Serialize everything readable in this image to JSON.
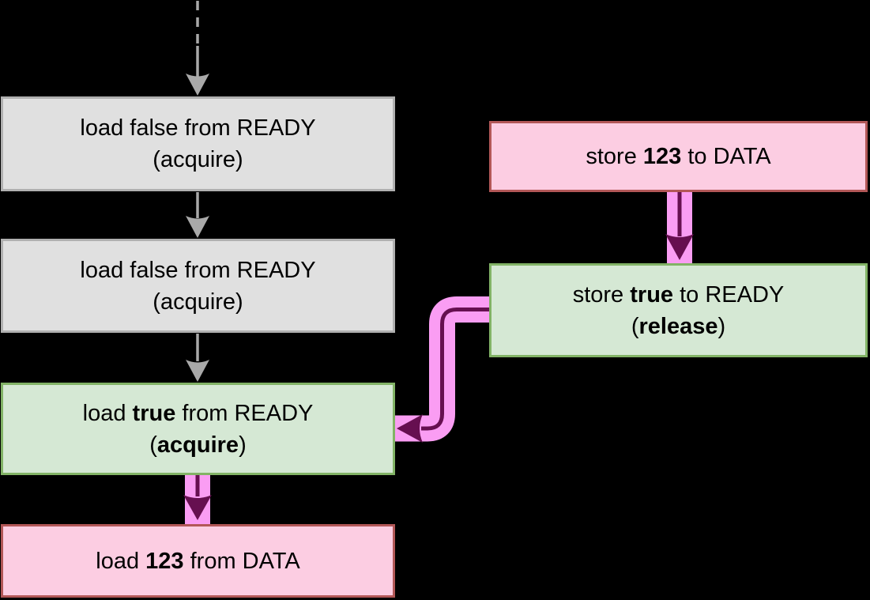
{
  "colors": {
    "bg": "#000000",
    "text": "#000000",
    "gray_fill": "#e0e0e0",
    "gray_stroke": "#b0b0b0",
    "green_fill": "#d5e8d4",
    "green_stroke": "#82b366",
    "pink_fill": "#fccde2",
    "pink_stroke": "#b25757",
    "band_pink": "#fa9df3",
    "arrow_dark": "#660f50",
    "arrow_gray": "#a9a9a9"
  },
  "nodes": {
    "load_false_1": {
      "line1": {
        "pre": "load false from READY",
        "bold": "",
        "post": ""
      },
      "line2": {
        "pre": "(acquire)",
        "bold": "",
        "post": ""
      }
    },
    "load_false_2": {
      "line1": {
        "pre": "load false from READY",
        "bold": "",
        "post": ""
      },
      "line2": {
        "pre": "(acquire)",
        "bold": "",
        "post": ""
      }
    },
    "load_true": {
      "line1": {
        "pre": "load ",
        "bold": "true",
        "post": " from READY"
      },
      "line2": {
        "pre": "(",
        "bold": "acquire",
        "post": ")"
      }
    },
    "load_data": {
      "line1": {
        "pre": "load ",
        "bold": "123",
        "post": " from DATA"
      }
    },
    "store_data": {
      "line1": {
        "pre": "store ",
        "bold": "123",
        "post": " to DATA"
      }
    },
    "store_true": {
      "line1": {
        "pre": "store ",
        "bold": "true",
        "post": " to READY"
      },
      "line2": {
        "pre": "(",
        "bold": "release",
        "post": ")"
      }
    }
  }
}
